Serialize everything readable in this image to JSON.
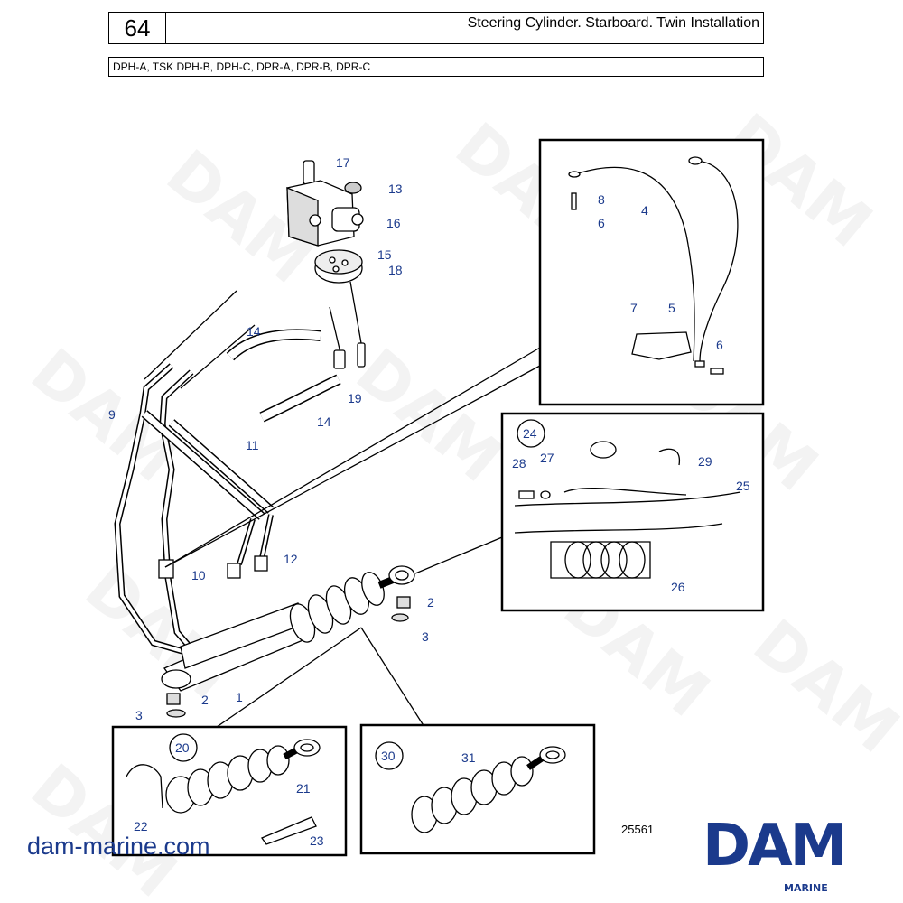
{
  "header": {
    "page_number": "64",
    "title": "Steering Cylinder. Starboard. Twin Installation",
    "models": "DPH-A, TSK DPH-B, DPH-C, DPR-A, DPR-B, DPR-C"
  },
  "footer": {
    "reference_number": "25561",
    "website": "dam-marine.com",
    "logo_text": "DAM",
    "logo_subtext": "MARINE",
    "logo_color": "#1b3a8c"
  },
  "watermark": "DAM",
  "callouts": {
    "c17": "17",
    "c13": "13",
    "c16": "16",
    "c15": "15",
    "c18": "18",
    "c14a": "14",
    "c14b": "14",
    "c19": "19",
    "c9": "9",
    "c11": "11",
    "c10": "10",
    "c12": "12",
    "c2a": "2",
    "c3a": "3",
    "c1": "1",
    "c2b": "2",
    "c3b": "3",
    "c8": "8",
    "c6a": "6",
    "c4": "4",
    "c7": "7",
    "c5": "5",
    "c6b": "6",
    "c24": "24",
    "c28": "28",
    "c27": "27",
    "c29": "29",
    "c25": "25",
    "c26": "26",
    "c20": "20",
    "c21": "21",
    "c22": "22",
    "c23": "23",
    "c30": "30",
    "c31": "31"
  }
}
